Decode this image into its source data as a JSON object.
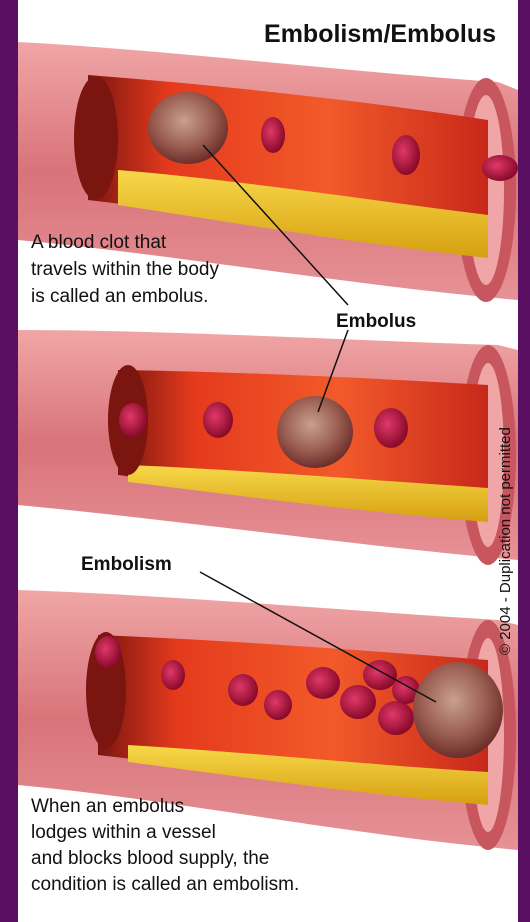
{
  "title": "Embolism/Embolus",
  "caption_top": [
    "A blood clot that",
    "travels within the body",
    "is called an embolus."
  ],
  "label_embolus": "Embolus",
  "label_embolism": "Embolism",
  "caption_bottom": [
    "When an embolus",
    "lodges within a vessel",
    "and blocks blood supply, the",
    "condition is called an embolism."
  ],
  "copyright": "© 2004 - Duplication not permitted",
  "colors": {
    "background": "#5b0f63",
    "vessel_wall": "#d8737a",
    "vessel_rim": "#c7565f",
    "lumen": "#e6351e",
    "fat": "#efc21c",
    "blood_cell": "#b4123e",
    "clot": "#9a6a5c"
  }
}
